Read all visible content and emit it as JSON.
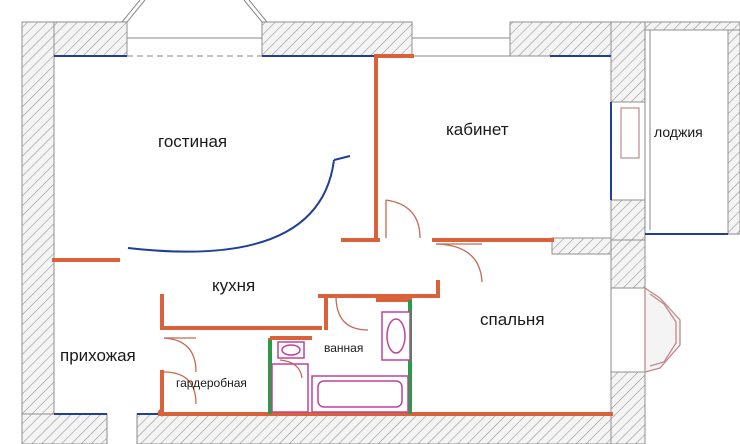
{
  "plan": {
    "rooms": {
      "living": "гостиная",
      "study": "кабинет",
      "loggia": "лоджия",
      "kitchen": "кухня",
      "bedroom": "спальня",
      "hall": "прихожая",
      "bathroom": "ванная",
      "wardrobe": "гардеробная"
    },
    "colors": {
      "wall_hatch": "#9a9a9a",
      "wall_fill": "#f2f2f2",
      "interior_wall": "#d9623a",
      "door": "#1f3f99",
      "partition": "#2f9a46",
      "plumbing": "#c0429a",
      "window": "#888888"
    }
  }
}
